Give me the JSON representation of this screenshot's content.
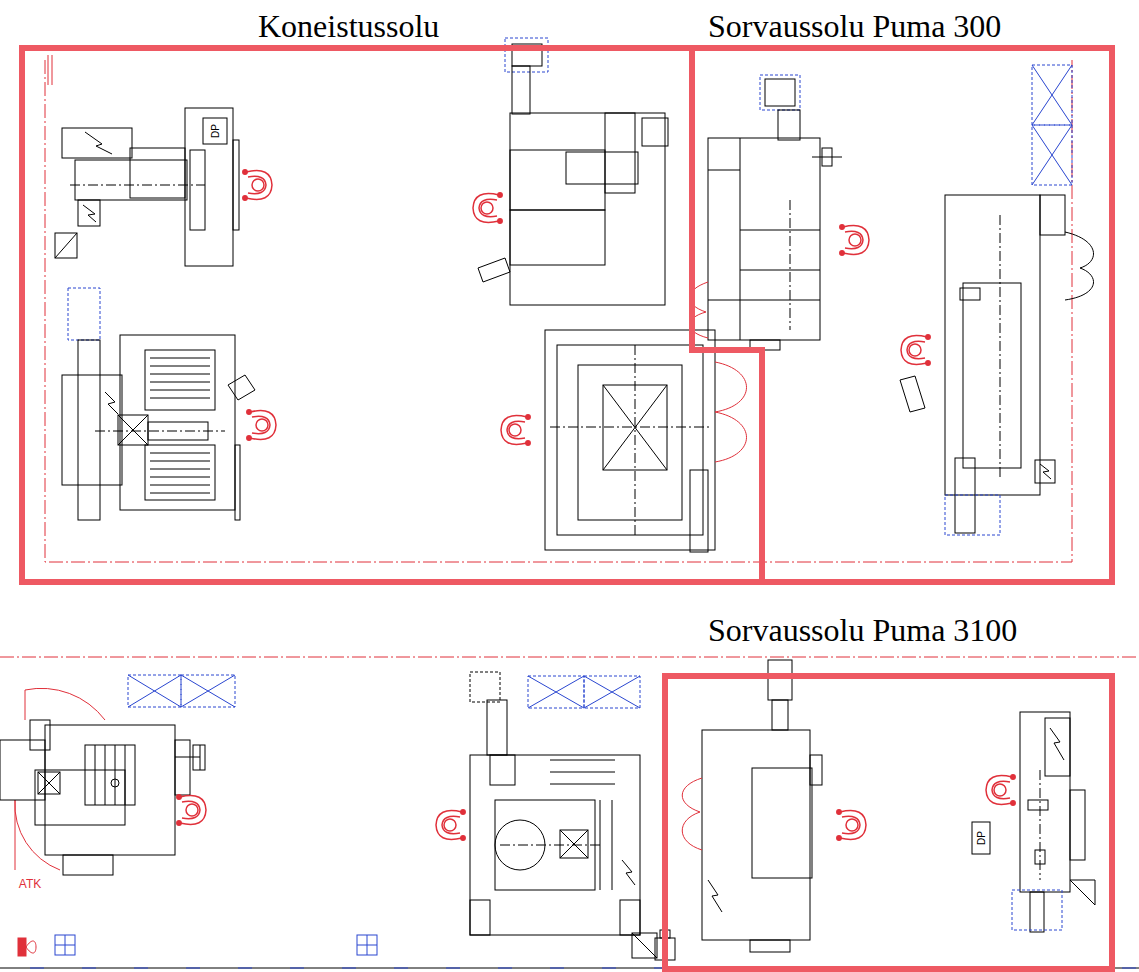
{
  "diagram": {
    "nodes": [
      {
        "text": [
          "Koneistussolu"
        ]
      },
      {
        "text": [
          "Sorvaussolu Puma 300"
        ]
      },
      {
        "text": [
          "Sorvaussolu Puma 3100"
        ]
      }
    ],
    "labels": [
      "DP",
      "DP",
      "ATK"
    ]
  }
}
